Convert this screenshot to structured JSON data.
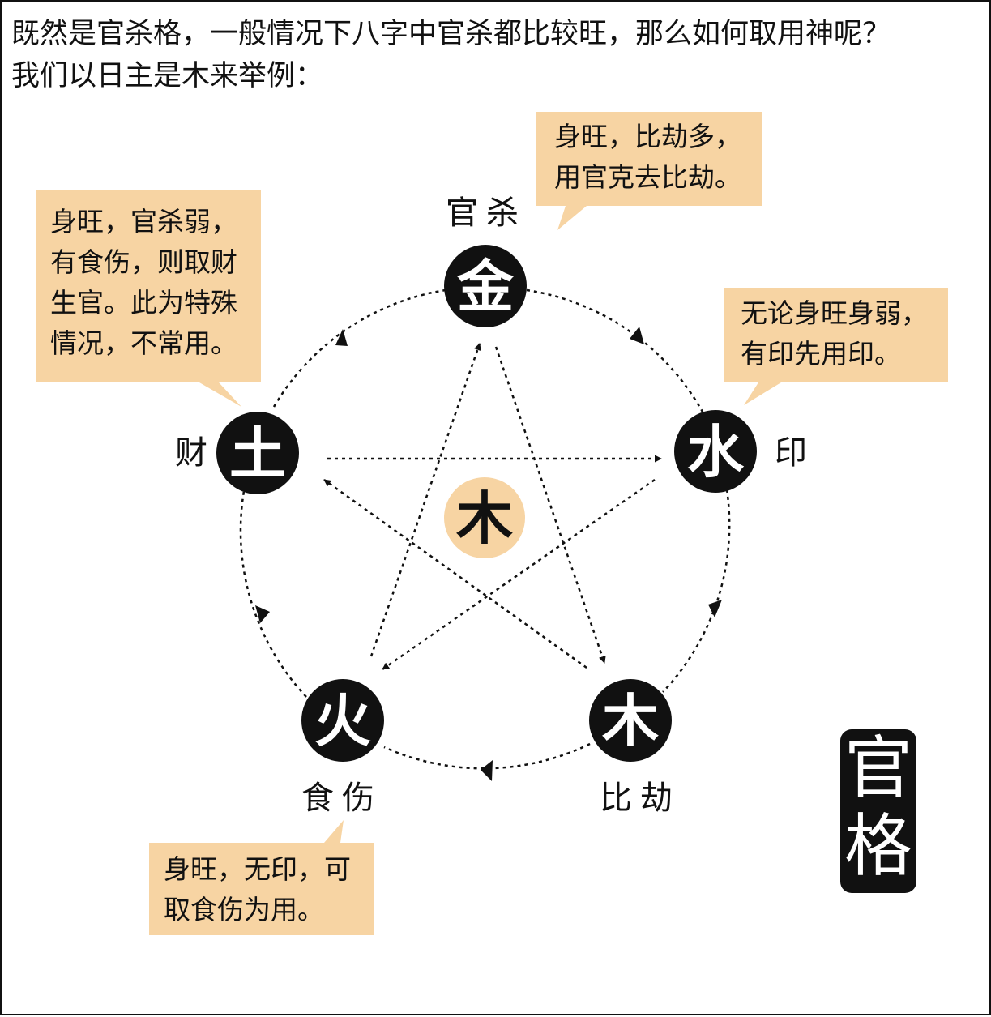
{
  "intro": {
    "line1": "既然是官杀格，一般情况下八字中官杀都比较旺，那么如何取用神呢？",
    "line2": "我们以日主是木来举例："
  },
  "colors": {
    "node_fill": "#111111",
    "center_fill": "#f7d4a3",
    "callout_fill": "#f7d4a3",
    "text": "#111111"
  },
  "day_master": "木",
  "nodes": [
    {
      "id": "metal",
      "element": "金",
      "role": "官杀"
    },
    {
      "id": "water",
      "element": "水",
      "role": "印"
    },
    {
      "id": "wood",
      "element": "木",
      "role": "比劫"
    },
    {
      "id": "fire",
      "element": "火",
      "role": "食伤"
    },
    {
      "id": "earth",
      "element": "土",
      "role": "财"
    }
  ],
  "callouts": [
    {
      "id": "metal",
      "lines": [
        "身旺，比劫多，",
        "用官克去比劫。"
      ]
    },
    {
      "id": "earth",
      "lines": [
        "身旺，官杀弱，",
        "有食伤，则取财",
        "生官。此为特殊",
        "情况，不常用。"
      ]
    },
    {
      "id": "water",
      "lines": [
        "无论身旺身弱，",
        "有印先用印。"
      ]
    },
    {
      "id": "fire",
      "lines": [
        "身旺，无印，可",
        "取食伤为用。"
      ]
    }
  ],
  "seal": [
    "官",
    "格"
  ]
}
